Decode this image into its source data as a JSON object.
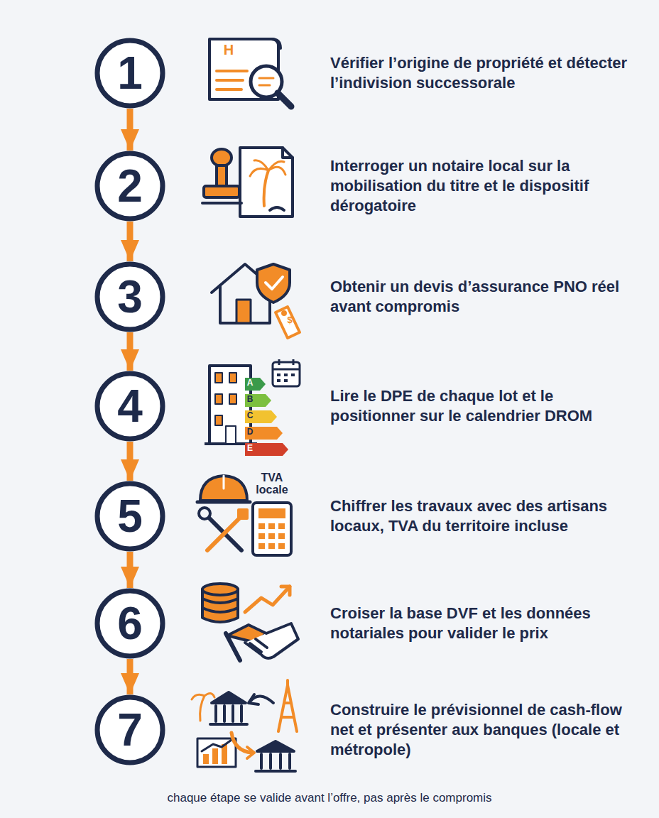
{
  "diagram": {
    "caption": "chaque étape se valide avant l’offre, pas après le compromis",
    "nodes": [
      {
        "text": [
          "1",
          "Vérifier l’origine de propriété et détecter l’indivision successorale"
        ]
      },
      {
        "text": [
          "2",
          "Interroger un notaire local sur la mobilisation du titre et le dispositif dérogatoire"
        ]
      },
      {
        "text": [
          "3",
          "Obtenir un devis d’assurance PNO réel avant compromis"
        ]
      },
      {
        "text": [
          "4",
          "Lire le DPE de chaque lot et le positionner sur le calendrier DROM"
        ]
      },
      {
        "text": [
          "5",
          "Chiffrer les travaux avec des artisans locaux, TVA du territoire incluse"
        ]
      },
      {
        "text": [
          "6",
          "Croiser la base DVF et les données notariales pour valider le prix"
        ]
      },
      {
        "text": [
          "7",
          "Construire le prévisionnel de cash-flow net et présenter aux banques (locale et métropole)"
        ]
      }
    ],
    "edges": [
      {
        "from": 0,
        "to": 1,
        "arrow": "to"
      },
      {
        "from": 1,
        "to": 2,
        "arrow": "to"
      },
      {
        "from": 2,
        "to": 3,
        "arrow": "to"
      },
      {
        "from": 3,
        "to": 4,
        "arrow": "to"
      },
      {
        "from": 4,
        "to": 5,
        "arrow": "to"
      },
      {
        "from": 5,
        "to": 6,
        "arrow": "to"
      }
    ],
    "labels": [
      "H",
      "$",
      "A",
      "B",
      "C",
      "D",
      "E",
      "TVA locale"
    ]
  }
}
